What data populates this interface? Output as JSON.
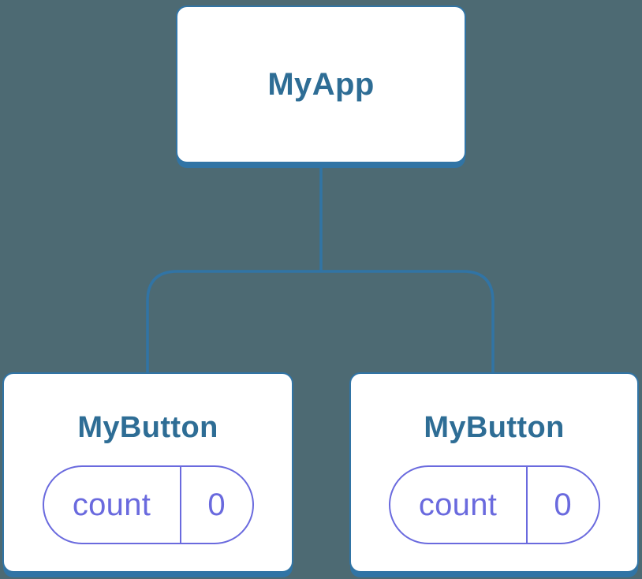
{
  "colors": {
    "background": "#4d6a73",
    "line_blue": "#3174a5",
    "label_blue": "#2e6d95",
    "state_purple": "#6a6ade",
    "card_white": "#ffffff"
  },
  "tree": {
    "root": {
      "label": "MyApp"
    },
    "children": [
      {
        "label": "MyButton",
        "state": {
          "key": "count",
          "value": "0"
        }
      },
      {
        "label": "MyButton",
        "state": {
          "key": "count",
          "value": "0"
        }
      }
    ]
  }
}
